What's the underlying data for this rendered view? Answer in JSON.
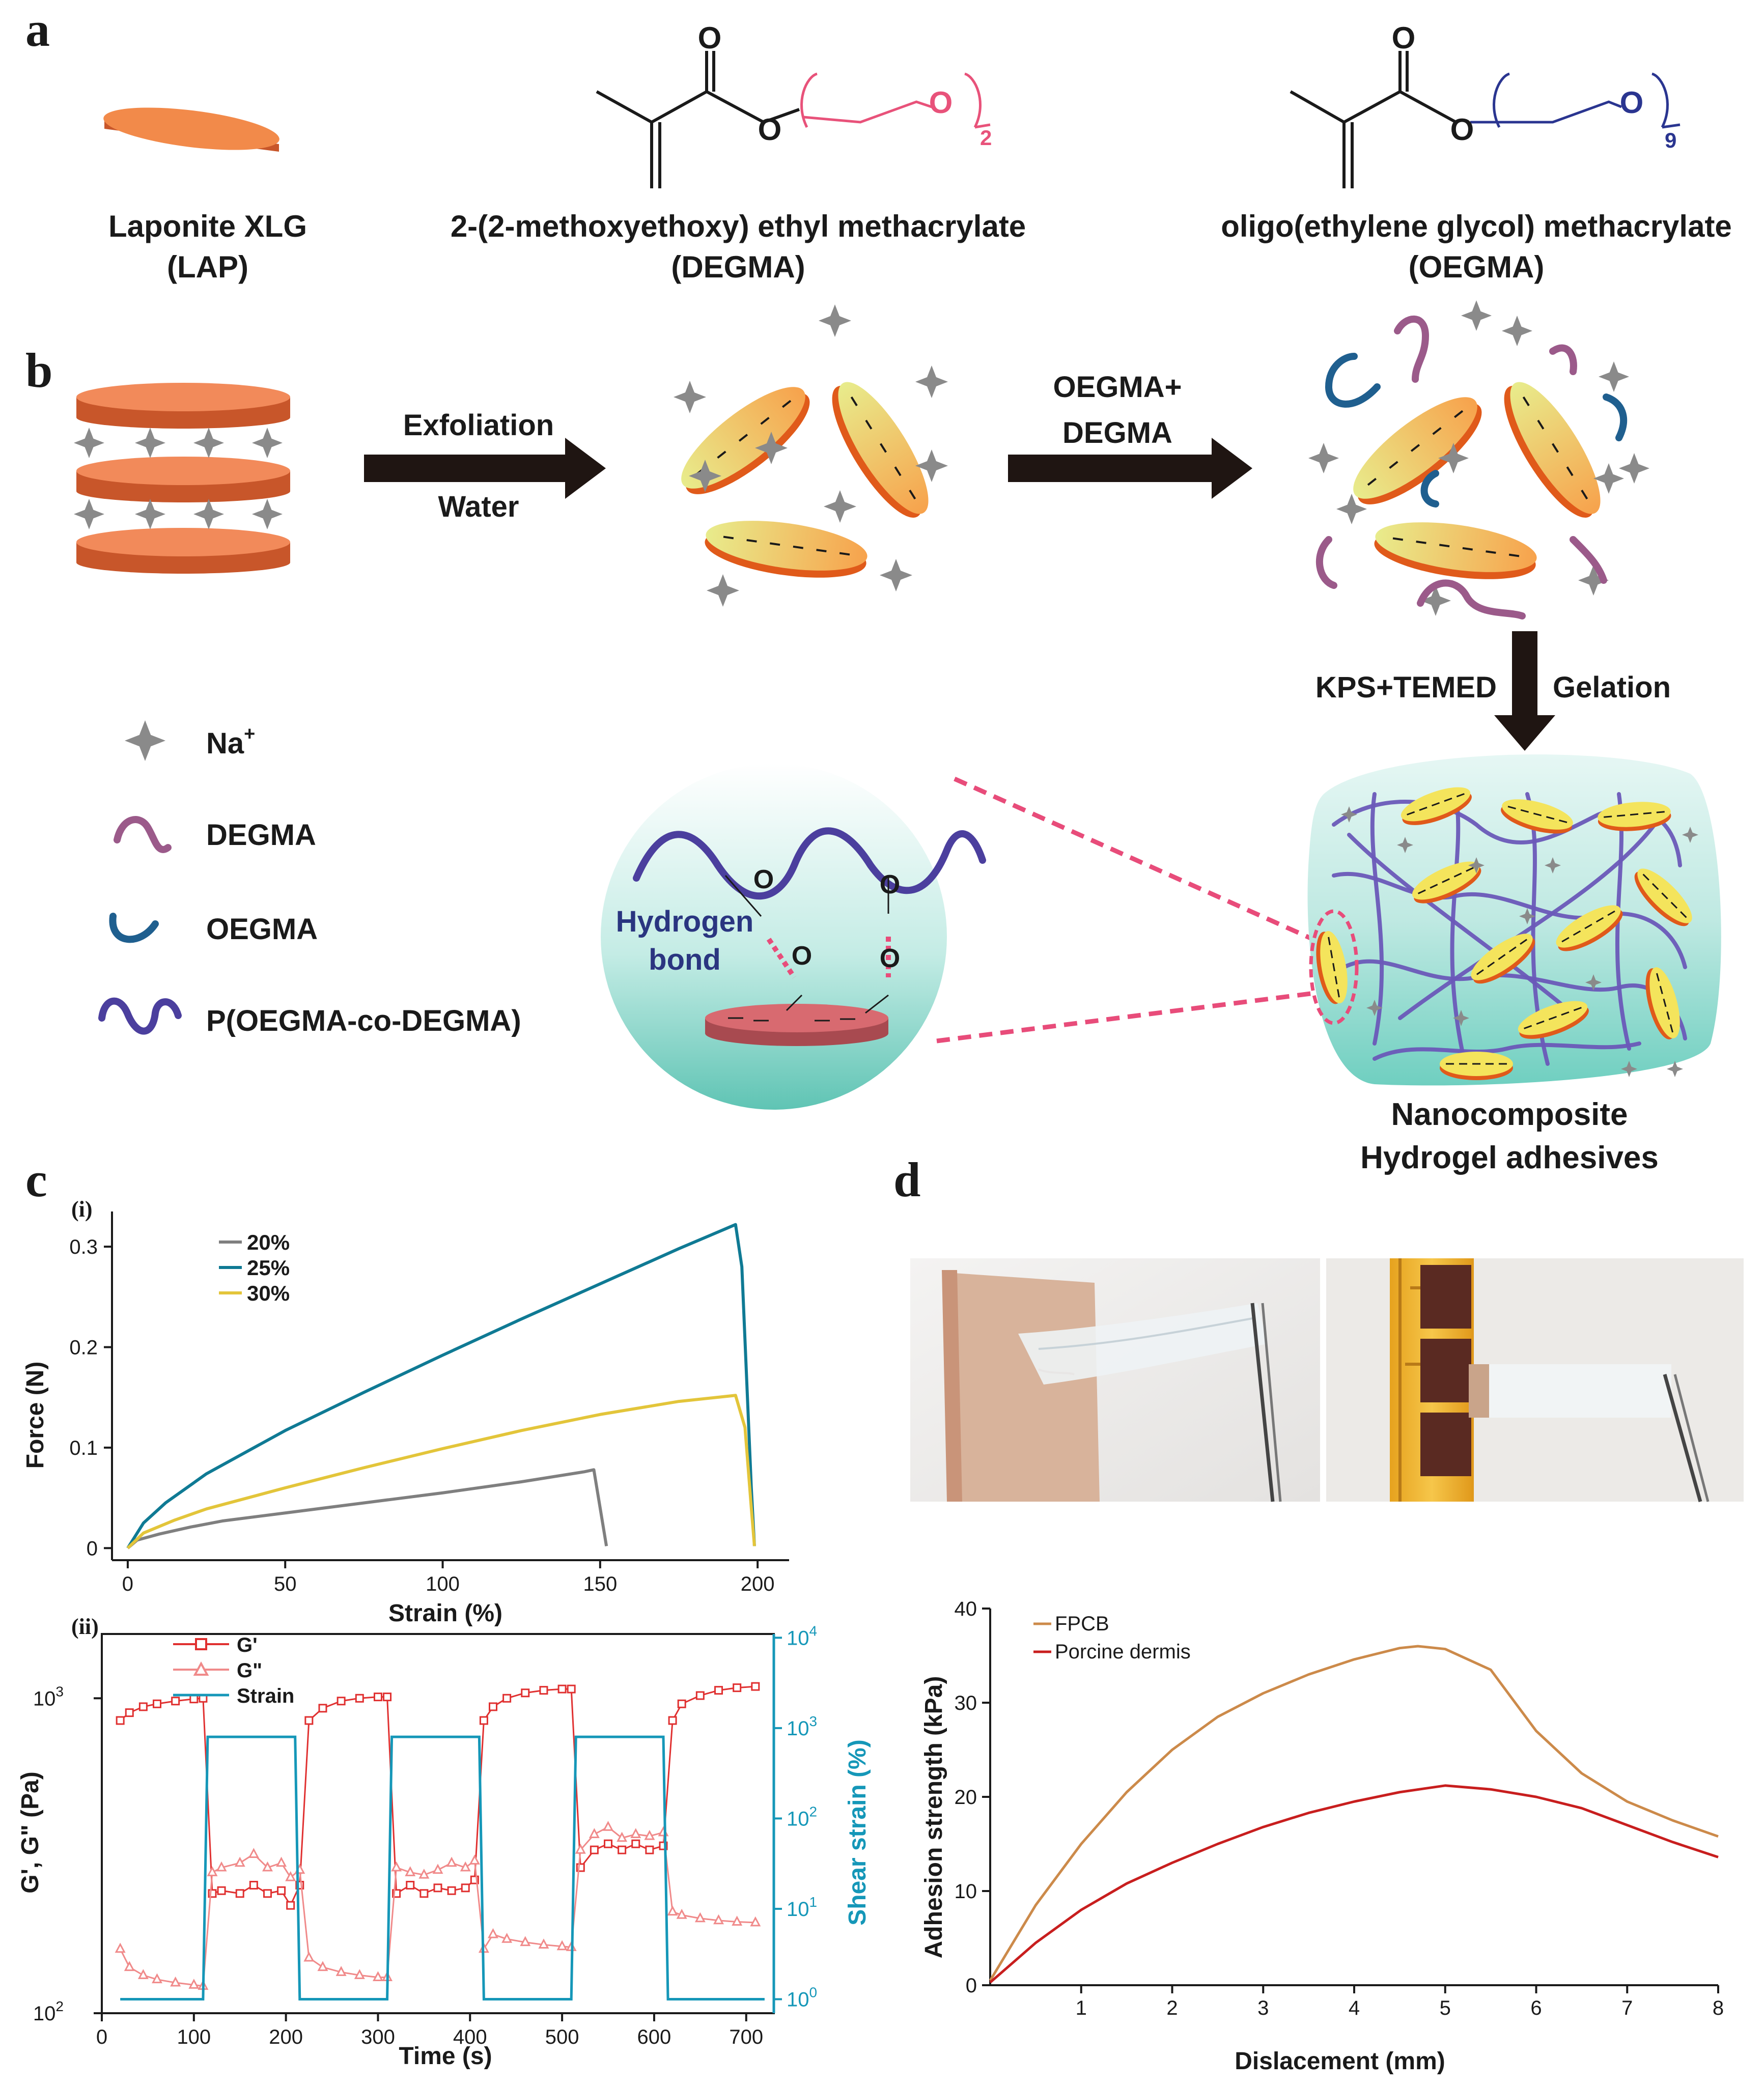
{
  "panels": {
    "a": "a",
    "b": "b",
    "c": "c",
    "d": "d",
    "ci": "(i)",
    "cii": "(ii)"
  },
  "panel_a": {
    "items": [
      {
        "name": "Laponite XLG",
        "abbr": "(LAP)"
      },
      {
        "name": "2-(2-methoxyethoxy) ethyl methacrylate",
        "abbr": "(DEGMA)",
        "sub": "2"
      },
      {
        "name": "oligo(ethylene glycol) methacrylate",
        "abbr": "(OEGMA)",
        "sub": "9"
      }
    ],
    "atom_O": "O"
  },
  "panel_b": {
    "step1_top": "Exfoliation",
    "step1_bottom": "Water",
    "step2_top": "OEGMA+",
    "step2_bottom": "DEGMA",
    "step3_left": "KPS+TEMED",
    "step3_right": "Gelation",
    "legend": [
      {
        "label": "Na",
        "sup": "+"
      },
      {
        "label": "DEGMA"
      },
      {
        "label": "OEGMA"
      },
      {
        "label": "P(OEGMA-co-DEGMA)"
      }
    ],
    "hbond_line1": "Hydrogen",
    "hbond_line2": "bond",
    "product_line1": "Nanocomposite",
    "product_line2": "Hydrogel adhesives",
    "colors": {
      "laponite": "#f07d3c",
      "degma": "#9b5a8a",
      "oegma": "#1f5f8f",
      "polymer": "#4b3f9e",
      "hydrogel": "#a6e0d4",
      "na": "#8a8a8a",
      "hbond": "#e84c7a"
    }
  },
  "chart_data": [
    {
      "type": "line",
      "panel": "c(i)",
      "xlabel": "Strain (%)",
      "ylabel": "Force (N)",
      "xlim": [
        -5,
        210
      ],
      "ylim": [
        -0.012,
        0.335
      ],
      "xticks": [
        "0",
        "50",
        "100",
        "150",
        "200"
      ],
      "yticks": [
        "0",
        "0.1",
        "0.2",
        "0.3"
      ],
      "series": [
        {
          "name": "20%",
          "color": "#7f7f7f",
          "x": [
            0,
            3,
            10,
            20,
            30,
            50,
            75,
            100,
            125,
            145,
            148,
            150,
            152
          ],
          "y": [
            0,
            0.008,
            0.014,
            0.021,
            0.027,
            0.035,
            0.045,
            0.055,
            0.066,
            0.076,
            0.078,
            0.04,
            0.002
          ]
        },
        {
          "name": "25%",
          "color": "#0f7a94",
          "x": [
            0,
            5,
            12,
            25,
            50,
            75,
            100,
            125,
            150,
            175,
            190,
            193,
            195,
            198,
            199
          ],
          "y": [
            0,
            0.025,
            0.045,
            0.074,
            0.117,
            0.155,
            0.192,
            0.228,
            0.263,
            0.298,
            0.318,
            0.322,
            0.28,
            0.06,
            0.002
          ]
        },
        {
          "name": "30%",
          "color": "#e3c53a",
          "x": [
            0,
            5,
            15,
            25,
            50,
            75,
            100,
            125,
            150,
            175,
            190,
            193,
            196,
            198,
            199
          ],
          "y": [
            0,
            0.015,
            0.028,
            0.039,
            0.06,
            0.08,
            0.099,
            0.117,
            0.133,
            0.146,
            0.151,
            0.152,
            0.12,
            0.04,
            0.002
          ]
        }
      ]
    },
    {
      "type": "line",
      "panel": "c(ii)",
      "xlabel": "Time (s)",
      "ylabel": "G', G\" (Pa)",
      "y2label": "Shear strain (%)",
      "xlim": [
        0,
        730
      ],
      "ylim_log": [
        100,
        1600
      ],
      "y2lim_log": [
        0.7,
        11000
      ],
      "xticks": [
        "0",
        "100",
        "200",
        "300",
        "400",
        "500",
        "600",
        "700"
      ],
      "yticks": [
        {
          "base": "10",
          "exp": "2",
          "value": 100
        },
        {
          "base": "10",
          "exp": "3",
          "value": 1000
        }
      ],
      "y2ticks": [
        {
          "base": "10",
          "exp": "0",
          "value": 1
        },
        {
          "base": "10",
          "exp": "1",
          "value": 10
        },
        {
          "base": "10",
          "exp": "2",
          "value": 100
        },
        {
          "base": "10",
          "exp": "3",
          "value": 1000
        },
        {
          "base": "10",
          "exp": "4",
          "value": 10000
        }
      ],
      "series": [
        {
          "name": "G'",
          "axis": "left",
          "color": "#e03030",
          "marker": "square",
          "x": [
            20,
            30,
            45,
            60,
            80,
            100,
            110,
            120,
            130,
            150,
            165,
            180,
            195,
            205,
            215,
            225,
            240,
            260,
            280,
            300,
            310,
            320,
            335,
            350,
            365,
            380,
            395,
            405,
            415,
            425,
            440,
            460,
            480,
            500,
            510,
            520,
            535,
            550,
            565,
            580,
            595,
            610,
            620,
            630,
            650,
            670,
            690,
            710
          ],
          "y": [
            850,
            900,
            940,
            960,
            980,
            995,
            1000,
            240,
            245,
            240,
            255,
            240,
            245,
            220,
            255,
            850,
            930,
            980,
            1000,
            1010,
            1010,
            240,
            255,
            240,
            250,
            245,
            250,
            265,
            850,
            940,
            1000,
            1040,
            1060,
            1070,
            1070,
            290,
            330,
            345,
            330,
            345,
            330,
            340,
            850,
            960,
            1020,
            1060,
            1080,
            1090
          ]
        },
        {
          "name": "G\"",
          "axis": "left",
          "color": "#f08a8a",
          "marker": "triangle",
          "x": [
            20,
            30,
            45,
            60,
            80,
            100,
            110,
            120,
            130,
            150,
            165,
            180,
            195,
            205,
            215,
            225,
            240,
            260,
            280,
            300,
            310,
            320,
            335,
            350,
            365,
            380,
            395,
            405,
            415,
            425,
            440,
            460,
            480,
            500,
            510,
            520,
            535,
            550,
            565,
            580,
            595,
            610,
            620,
            630,
            650,
            670,
            690,
            710
          ],
          "y": [
            160,
            140,
            132,
            128,
            125,
            123,
            122,
            280,
            290,
            300,
            320,
            290,
            300,
            270,
            285,
            150,
            140,
            135,
            132,
            130,
            130,
            290,
            280,
            275,
            285,
            300,
            290,
            305,
            160,
            178,
            172,
            168,
            165,
            163,
            162,
            330,
            370,
            390,
            360,
            370,
            365,
            375,
            210,
            205,
            200,
            197,
            195,
            194
          ]
        },
        {
          "name": "Strain",
          "axis": "right",
          "color": "#1597b8",
          "marker": "none",
          "x": [
            20,
            110,
            115,
            210,
            215,
            310,
            315,
            410,
            415,
            510,
            515,
            610,
            615,
            720
          ],
          "y": [
            1,
            1,
            800,
            800,
            1,
            1,
            800,
            800,
            1,
            1,
            800,
            800,
            1,
            1
          ]
        }
      ]
    },
    {
      "type": "line",
      "panel": "d",
      "xlabel": "Dislacement (mm)",
      "ylabel": "Adhesion strength (kPa)",
      "xlim": [
        0,
        8
      ],
      "ylim": [
        0,
        40
      ],
      "xticks": [
        "1",
        "2",
        "3",
        "4",
        "5",
        "6",
        "7",
        "8"
      ],
      "yticks": [
        "0",
        "10",
        "20",
        "30",
        "40"
      ],
      "series": [
        {
          "name": "FPCB",
          "color": "#cc8a4a",
          "x": [
            0,
            0.5,
            1,
            1.5,
            2,
            2.5,
            3,
            3.5,
            4,
            4.5,
            4.7,
            5,
            5.5,
            6,
            6.5,
            7,
            7.5,
            8
          ],
          "y": [
            0.5,
            8.5,
            15,
            20.5,
            25,
            28.5,
            31,
            33,
            34.6,
            35.8,
            36,
            35.7,
            33.5,
            27,
            22.5,
            19.5,
            17.5,
            15.8
          ]
        },
        {
          "name": "Porcine dermis",
          "color": "#c81e1e",
          "x": [
            0,
            0.5,
            1,
            1.5,
            2,
            2.5,
            3,
            3.5,
            4,
            4.5,
            5,
            5.5,
            6,
            6.5,
            7,
            7.5,
            8
          ],
          "y": [
            0.3,
            4.5,
            8,
            10.8,
            13,
            15,
            16.8,
            18.3,
            19.5,
            20.5,
            21.2,
            20.8,
            20,
            18.8,
            17,
            15.2,
            13.6
          ]
        }
      ]
    }
  ],
  "photos": {
    "left": "hydrogel adhered to porcine dermis held by tweezers",
    "right": "hydrogel adhered to flexible printed circuit board held by tweezers"
  }
}
